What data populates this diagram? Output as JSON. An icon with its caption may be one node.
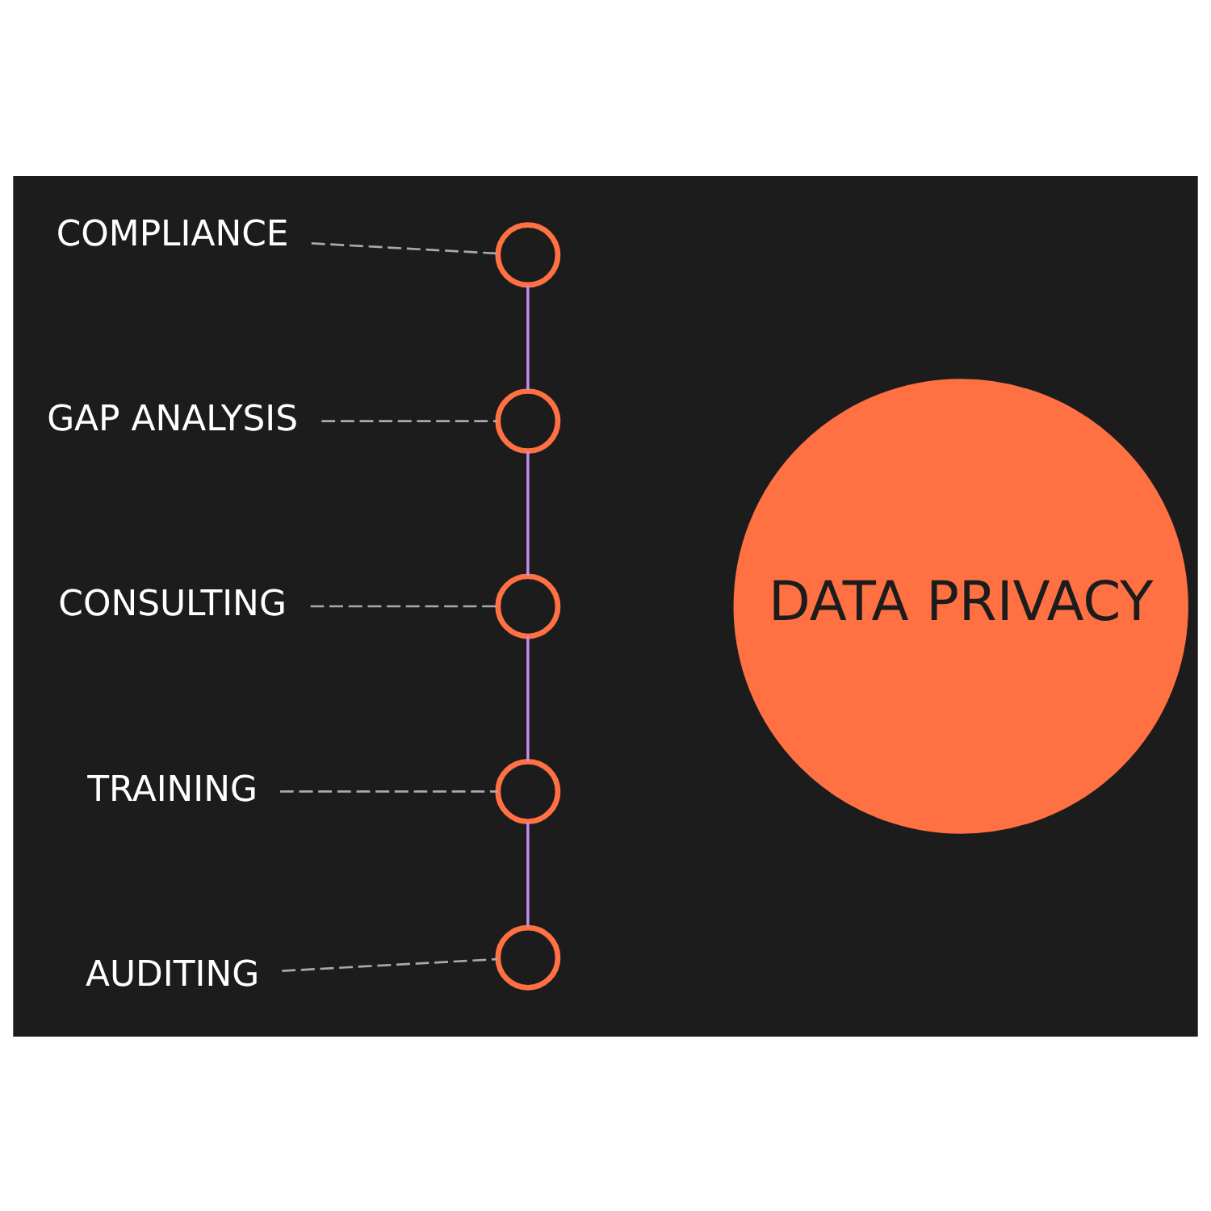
{
  "diagram": {
    "nodes": [
      {
        "text": [
          "COMPLIANCE"
        ]
      },
      {
        "text": [],
        "shape": "circle"
      },
      {
        "text": [
          "GAP ANALYSIS"
        ]
      },
      {
        "text": [],
        "shape": "circle"
      },
      {
        "text": [
          "CONSULTING"
        ]
      },
      {
        "text": [],
        "shape": "circle"
      },
      {
        "text": [
          "DATA PRIVACY"
        ]
      },
      {
        "text": [
          "TRAINING"
        ]
      },
      {
        "text": [],
        "shape": "circle"
      },
      {
        "text": [
          "AUDITING"
        ]
      },
      {
        "text": [],
        "shape": "circle"
      }
    ],
    "edges": [
      {
        "from": 0,
        "to": 1,
        "arrow": "none",
        "style": "dashed"
      },
      {
        "from": 2,
        "to": 3,
        "arrow": "none",
        "style": "dashed"
      },
      {
        "from": 4,
        "to": 5,
        "arrow": "none",
        "style": "dashed"
      },
      {
        "from": 7,
        "to": 8,
        "arrow": "none",
        "style": "dashed"
      },
      {
        "from": 9,
        "to": 10,
        "arrow": "none",
        "style": "dashed"
      },
      {
        "from": 1,
        "to": 3,
        "arrow": "none",
        "color": "#c98cf0"
      },
      {
        "from": 3,
        "to": 5,
        "arrow": "none",
        "color": "#c98cf0"
      },
      {
        "from": 5,
        "to": 8,
        "arrow": "none",
        "color": "#c98cf0"
      },
      {
        "from": 8,
        "to": 10,
        "arrow": "none",
        "color": "#c98cf0"
      }
    ]
  }
}
